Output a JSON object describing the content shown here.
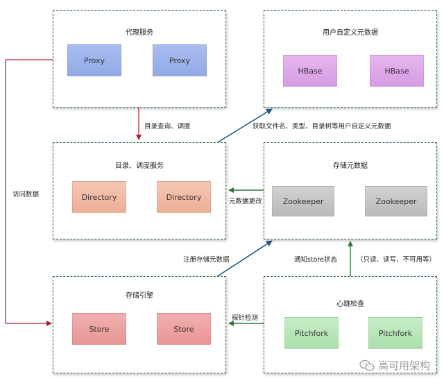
{
  "groups": {
    "proxy": {
      "title": "代理服务",
      "nodes": [
        "Proxy",
        "Proxy"
      ]
    },
    "user_meta": {
      "title": "用户自定义元数据",
      "nodes": [
        "HBase",
        "HBase"
      ]
    },
    "directory": {
      "title": "目录、调度服务",
      "nodes": [
        "Directory",
        "Directory"
      ]
    },
    "storage_meta": {
      "title": "存储元数据",
      "nodes": [
        "Zookeeper",
        "Zookeeper"
      ]
    },
    "storage_engine": {
      "title": "存储引擎",
      "nodes": [
        "Store",
        "Store"
      ]
    },
    "heartbeat": {
      "title": "心跳检查",
      "nodes": [
        "Pitchfork",
        "Pitchfork"
      ]
    }
  },
  "edges": {
    "directory_query": "目录查询、调度",
    "fetch_metadata": "获取文件名、类型、目录树等用户自定义元数据",
    "access_data": "访问数据",
    "metadata_change": "元数据更改",
    "register_metadata": "注册存储元数据",
    "notify_store_state": "通知store状态",
    "states": "（只读、读写、不可用等）",
    "probe_detect": "探针检测"
  },
  "watermark": "高可用架构",
  "colors": {
    "group_border": "#2f6b3a",
    "access_arrow": "#b01e2d",
    "blue_arrow": "#1f5b86",
    "green_arrow": "#2e7a3a"
  }
}
